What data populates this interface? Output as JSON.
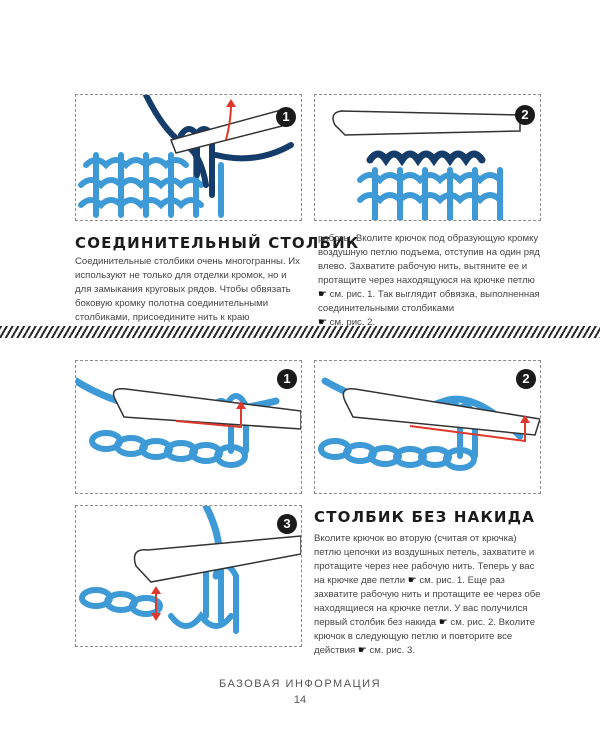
{
  "section1": {
    "heading": "СОЕДИНИТЕЛЬНЫЙ СТОЛБИК",
    "col1": "Соединительные столбики очень многогранны. Их используют не только для отделки кромок, но и для замыкания круговых рядов. Чтобы обвязать боковую кромку полотна соединительными столбиками, присоедините нить к краю",
    "col2_part1": "работы. Вколите крючок под образующую кромку воздушную петлю подъема, отступив на один ряд влево. Захватите рабочую нить, вытяните ее и протащите через находящуюся на крючке петлю ",
    "col2_ref1": "см. рис. 1.",
    "col2_part2": " Так выглядит обвязка, выполненная соединительными столбиками ",
    "col2_ref2": "см. рис. 2."
  },
  "section2": {
    "heading": "СТОЛБИК БЕЗ НАКИДА",
    "p1": "Вколите крючок во вторую (считая от крючка) петлю цепочки из воздушных петель, захватите и протащите через нее рабочую нить. Теперь у вас на крючке две петли ",
    "r1": "см. рис. 1.",
    "p2": " Еще раз захватите рабочую нить и протащите ее через обе находящиеся на крючке петли. У вас получился первый столбик без накида ",
    "r2": "см. рис. 2.",
    "p3": " Вколите крючок в следующую петлю и повторите все действия ",
    "r3": "см. рис. 3."
  },
  "badges": [
    "1",
    "2",
    "1",
    "2",
    "3"
  ],
  "icons": {
    "pointer": "☛"
  },
  "footer": {
    "section_title": "БАЗОВАЯ ИНФОРМАЦИЯ",
    "page_number": "14"
  },
  "colors": {
    "yarn_light": "#3d9ad6",
    "yarn_dark": "#143d6b",
    "arrow_red": "#e0382b",
    "hook": "#ffffff"
  }
}
